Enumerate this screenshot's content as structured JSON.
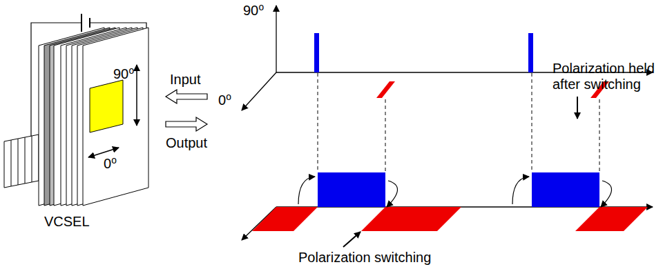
{
  "diagram": {
    "labels": [
      "90⁰",
      "90⁰",
      "0⁰",
      "Input",
      "Output",
      "0⁰",
      "Polarization held after switching",
      "VCSEL",
      "Polarization switching"
    ]
  }
}
